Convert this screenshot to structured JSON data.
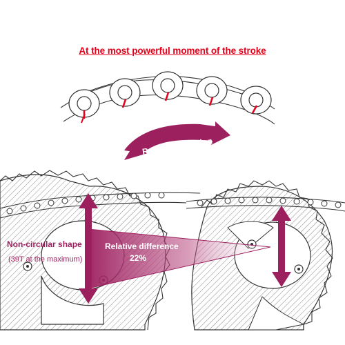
{
  "title": "At the most powerful moment of the stroke",
  "rotation_label": "Rotation direction",
  "left_gear": {
    "shape_label": "Non-circular shape",
    "shape_note": "(39T at the maximum)"
  },
  "difference": {
    "label": "Relative difference",
    "value": "22%"
  },
  "colors": {
    "title_red": "#e3001b",
    "marker_red": "#e3001b",
    "magenta": "#9c1f5e",
    "line": "#333333",
    "hatch": "#8a8a8a"
  },
  "icons": {
    "rotation": "curved-arrow-icon",
    "measure": "double-arrow-icon"
  }
}
